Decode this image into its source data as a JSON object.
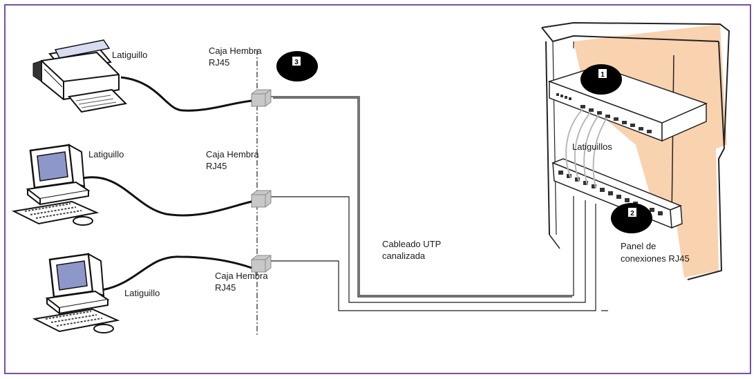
{
  "labels": {
    "latiguillo_1": "Latiguillo",
    "latiguillo_2": "Latiguillo",
    "latiguillo_3": "Latiguillo",
    "caja_1_line1": "Caja Hembra",
    "caja_1_line2": "RJ45",
    "caja_2_line1": "Caja Hembra",
    "caja_2_line2": "RJ45",
    "caja_3_line1": "Caja Hembra",
    "caja_3_line2": "RJ45",
    "cableado_line1": "Cableado UTP",
    "cableado_line2": "canalizada",
    "latiguillos": "Latiguillos",
    "panel_line1": "Panel de",
    "panel_line2": "conexiones RJ45"
  },
  "markers": {
    "one": "1",
    "two": "2",
    "three": "3"
  },
  "colors": {
    "frame_border": "#7a4fa3",
    "rack_fill": "#f9d2b0",
    "outlet_fill": "#c8c8c8",
    "cable": "#1a1a1a",
    "screen": "#8e97c9"
  },
  "icons": [
    "printer-icon",
    "computer-icon",
    "computer-icon"
  ]
}
